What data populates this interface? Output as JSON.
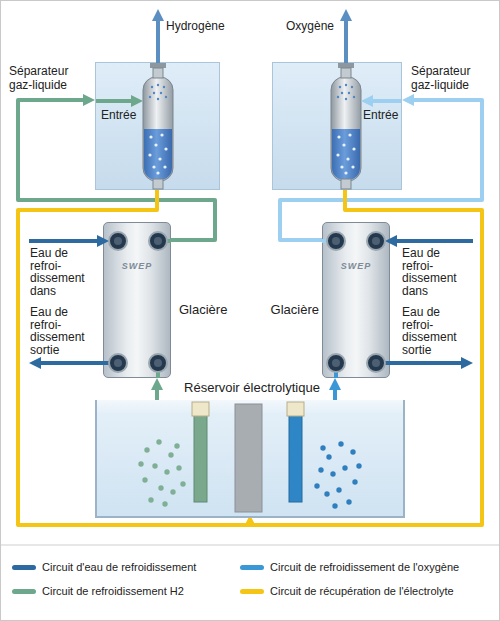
{
  "diagram": {
    "nodes": [
      {
        "text": [
          "Séparateur gaz-liquide",
          "Entrée"
        ]
      },
      {
        "text": [
          "Séparateur gaz-liquide",
          "Entrée"
        ]
      },
      {
        "text": [
          "SWEP",
          "Glacière"
        ]
      },
      {
        "text": [
          "SWEP",
          "Glacière"
        ]
      },
      {
        "text": [
          "Réservoir électrolytique"
        ]
      }
    ],
    "edges": [
      {
        "from": 2,
        "to": 0,
        "arrow": "to"
      },
      {
        "from": 3,
        "to": 1,
        "arrow": "to"
      },
      {
        "from": 0,
        "to": 4,
        "arrow": "to"
      },
      {
        "from": 1,
        "to": 4,
        "arrow": "to"
      },
      {
        "from": 4,
        "to": 2,
        "arrow": "to"
      },
      {
        "from": 4,
        "to": 3,
        "arrow": "to"
      }
    ],
    "labels": [
      "Hydrogène",
      "Oxygène",
      "Eau de refroi- dissement dans",
      "Eau de refroi- dissement dans",
      "Eau de refroi- dissement sortie",
      "Eau de refroi- dissement sortie"
    ],
    "legend": [
      {
        "text": "Circuit d'eau de refroidissement",
        "color": "#2c6aa0"
      },
      {
        "text": "Circuit de refroidissement de l'oxygène",
        "color": "#3a98d6"
      },
      {
        "text": "Circuit de refroidissement H2",
        "color": "#6ea88c"
      },
      {
        "text": "Circuit de récupération de l'électrolyte",
        "color": "#f5c515"
      }
    ]
  }
}
